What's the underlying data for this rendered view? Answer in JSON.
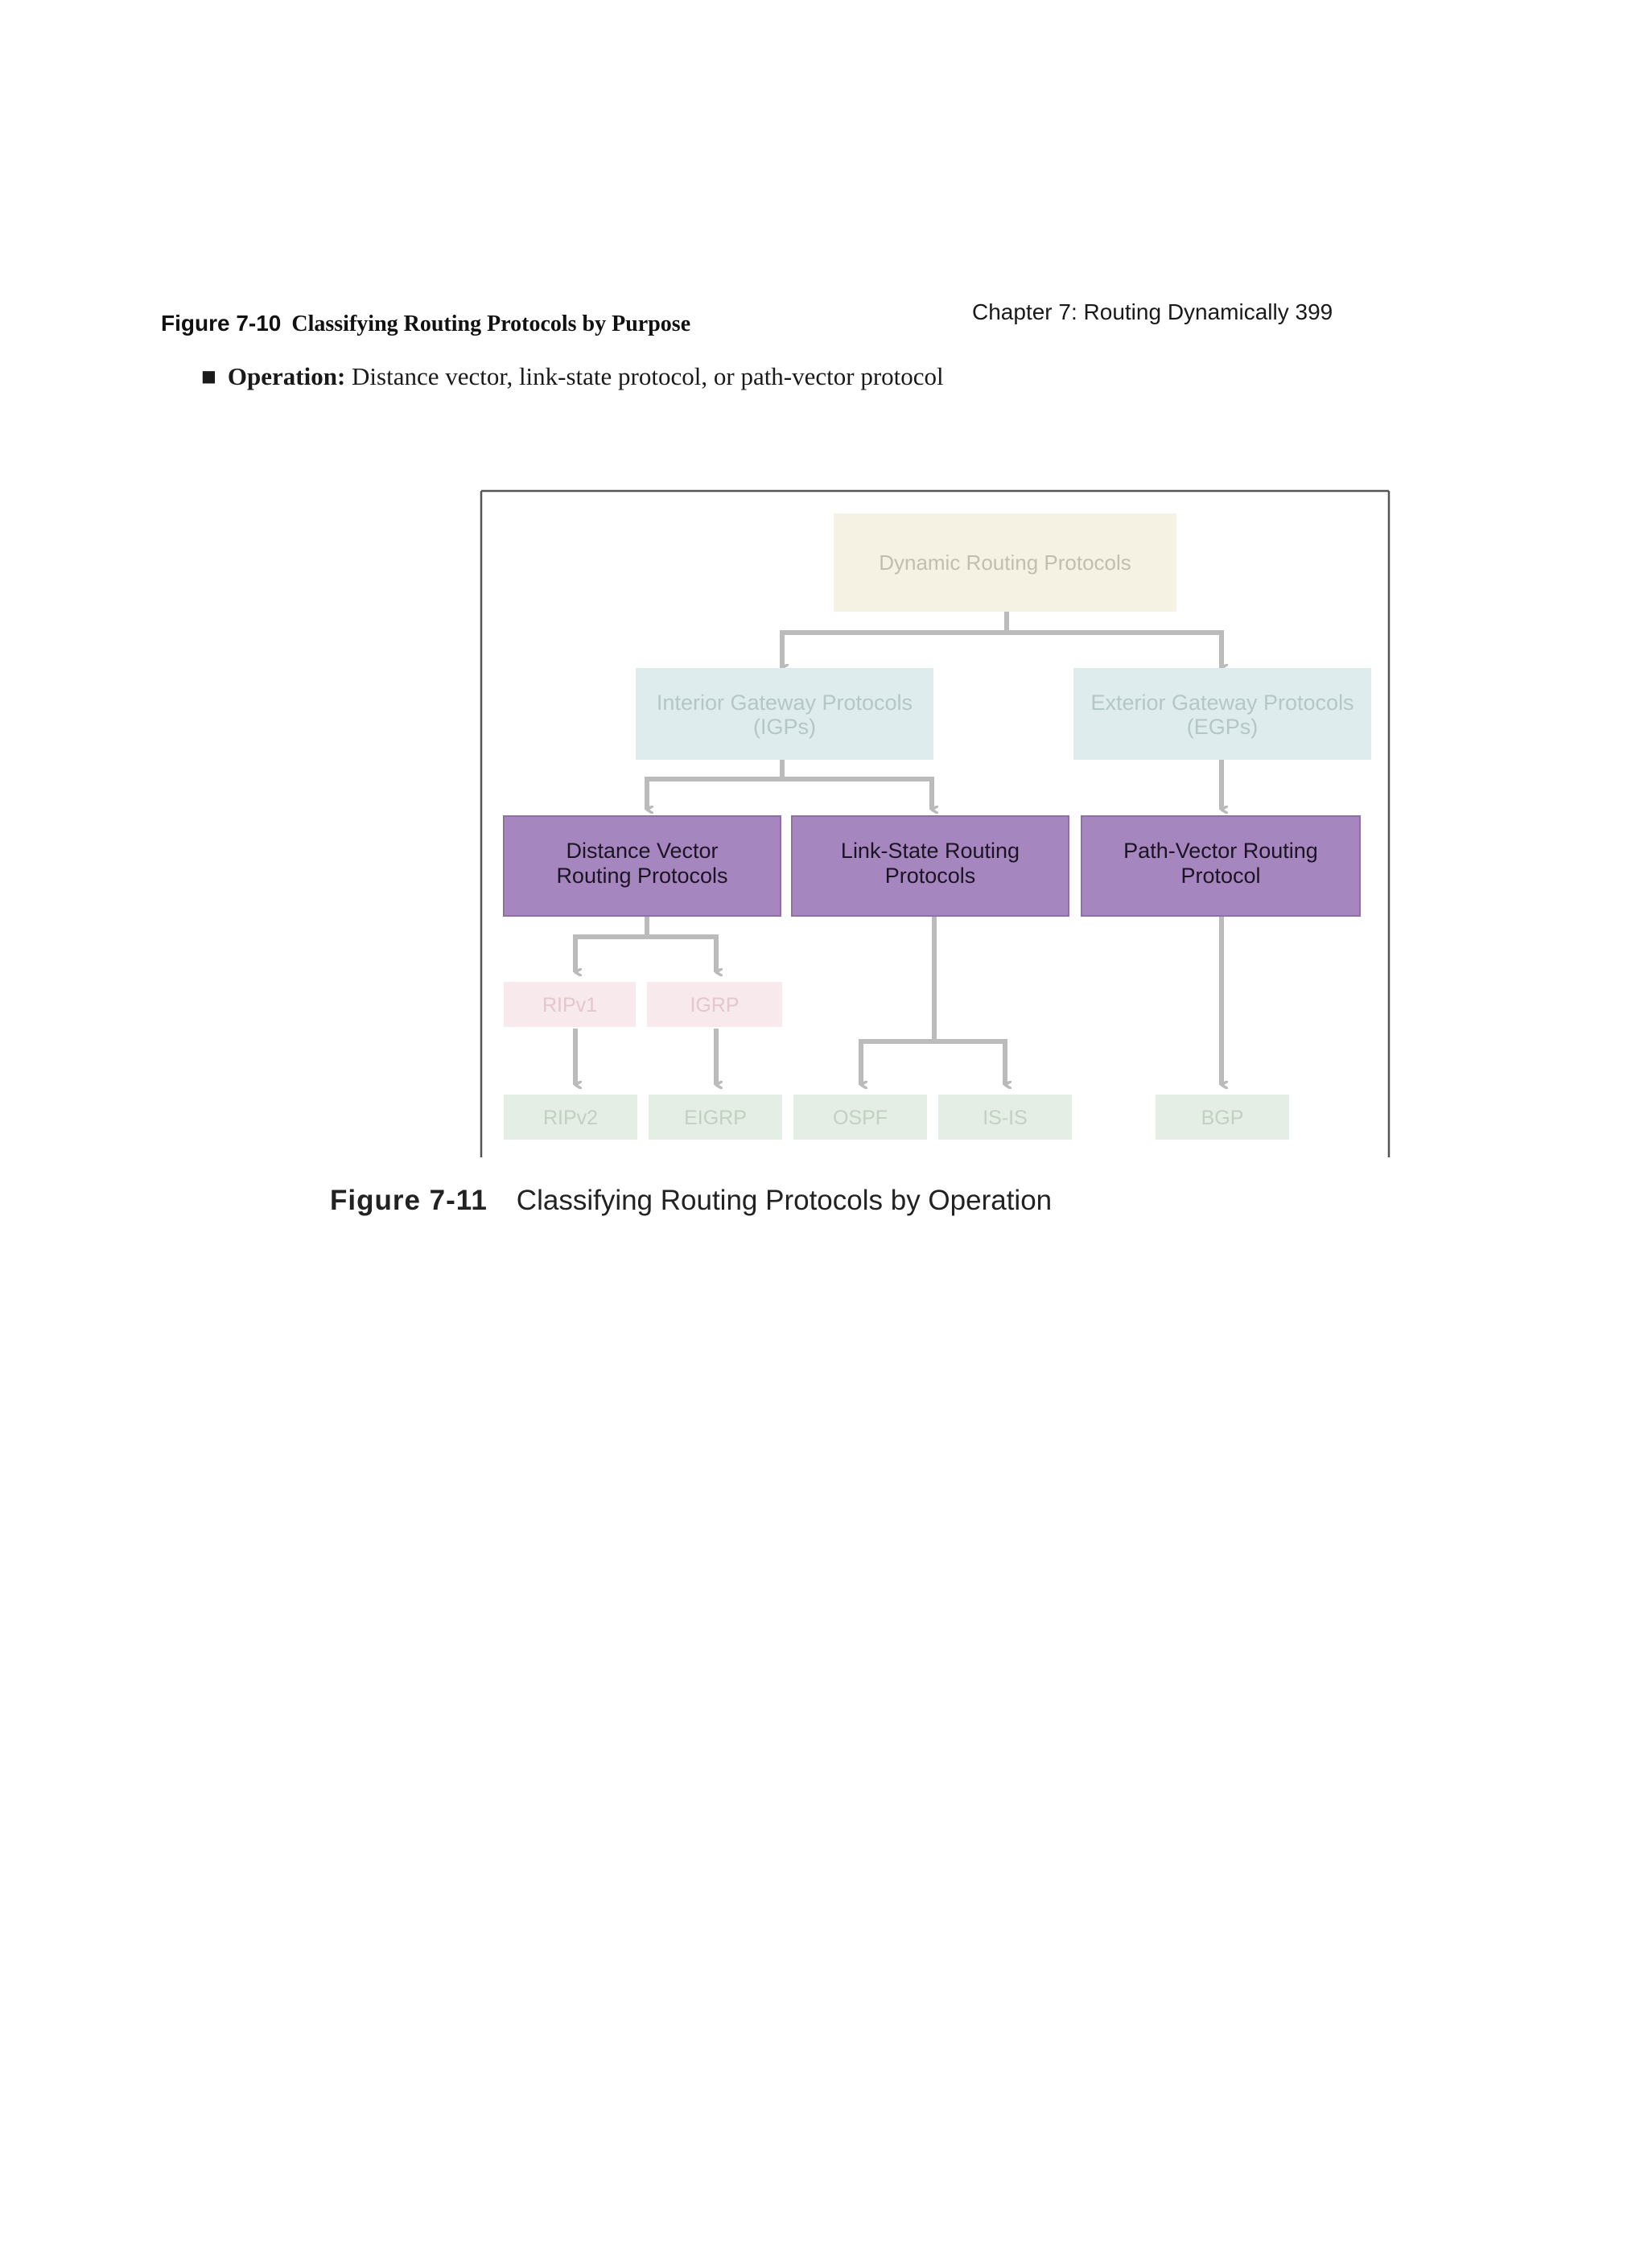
{
  "page": {
    "running_header": "Chapter 7: Routing Dynamically 399",
    "figure_7_10": {
      "label": "Figure 7-10",
      "title": "Classifying Routing Protocols by Purpose"
    },
    "bullet": {
      "term": "Operation:",
      "text": "Distance vector, link-state protocol, or path-vector protocol"
    },
    "figure_7_11": {
      "label": "Figure 7-11",
      "title": "Classifying Routing Protocols by Operation"
    }
  },
  "diagram": {
    "colors": {
      "root_fill": "#f5f2e4",
      "root_text": "#c2bdb0",
      "gateway_fill": "#deeced",
      "gateway_text": "#b4c6c8",
      "category_fill": "#a686bf",
      "category_stroke": "#8f6fa8",
      "category_text": "#1c1424",
      "legacy_fill": "#f8e9ec",
      "legacy_text": "#e2c7cc",
      "modern_fill": "#e5eee5",
      "modern_text": "#c2d0c2",
      "connector": "#bbbbbb",
      "frame": "#555555"
    },
    "root": {
      "line1": "Dynamic Routing Protocols"
    },
    "igp": {
      "line1": "Interior Gateway Protocols",
      "line2": "(IGPs)"
    },
    "egp": {
      "line1": "Exterior Gateway Protocols",
      "line2": "(EGPs)"
    },
    "distance_vector": {
      "line1": "Distance Vector",
      "line2": "Routing Protocols"
    },
    "link_state": {
      "line1": "Link-State Routing",
      "line2": "Protocols"
    },
    "path_vector": {
      "line1": "Path-Vector Routing",
      "line2": "Protocol"
    },
    "ripv1": "RIPv1",
    "igrp": "IGRP",
    "ripv2": "RIPv2",
    "eigrp": "EIGRP",
    "ospf": "OSPF",
    "isis": "IS-IS",
    "bgp": "BGP"
  }
}
